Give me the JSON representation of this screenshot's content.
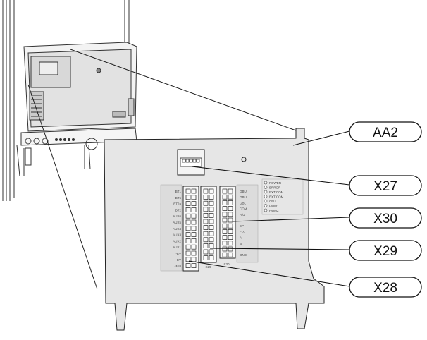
{
  "diagram": {
    "callouts": [
      {
        "id": "aa2",
        "label": "AA2"
      },
      {
        "id": "x27",
        "label": "X27"
      },
      {
        "id": "x30",
        "label": "X30"
      },
      {
        "id": "x29",
        "label": "X29"
      },
      {
        "id": "x28",
        "label": "X28"
      }
    ],
    "board": {
      "left_labels": [
        "BT1",
        "BT6",
        "BT2a",
        "BT2",
        "AUX6",
        "AUX5",
        "AUX4",
        "AUX3",
        "AUX2",
        "AUX1",
        "-EV",
        "-EV",
        "-X28"
      ],
      "x29_label": "-X29",
      "x30_label": "-X30",
      "x30_right_labels": [
        "GBU",
        "GBU",
        "GBL",
        "COM",
        "A/U",
        "",
        "EP",
        "EP-",
        "A",
        "B",
        "",
        "GND"
      ],
      "led_labels": [
        "POWER",
        "ERROR",
        "EXT COM",
        "EXT COM",
        "CPU",
        "PWM1",
        "PWM2"
      ]
    }
  }
}
